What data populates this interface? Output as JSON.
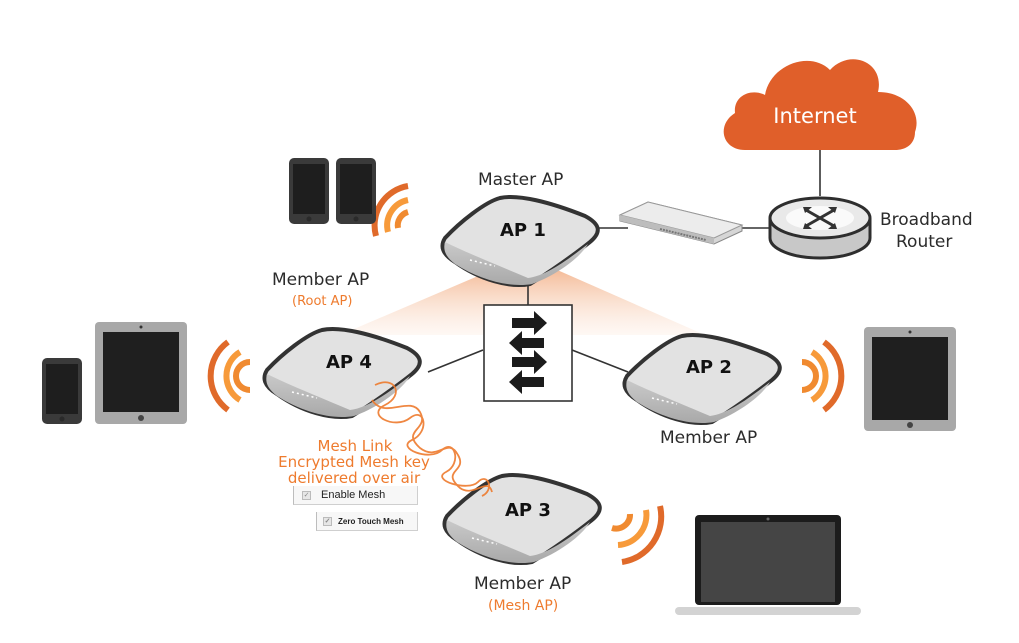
{
  "cloud": {
    "label": "Internet",
    "color": "#e05f2a"
  },
  "router": {
    "label_line1": "Broadband",
    "label_line2": "Router"
  },
  "switch": {
    "icon": "network-switch-icon"
  },
  "hub": {
    "icon": "bidirectional-arrows-icon"
  },
  "aps": [
    {
      "id": "ap1",
      "label": "AP 1",
      "role": "Master AP",
      "subrole": ""
    },
    {
      "id": "ap2",
      "label": "AP 2",
      "role": "Member AP",
      "subrole": ""
    },
    {
      "id": "ap3",
      "label": "AP 3",
      "role": "Member AP",
      "subrole": "(Mesh AP)"
    },
    {
      "id": "ap4",
      "label": "AP 4",
      "role": "Member AP",
      "subrole": "(Root AP)"
    }
  ],
  "mesh": {
    "line1": "Mesh Link",
    "line2": "Encrypted Mesh key",
    "line3": "delivered over air",
    "options": [
      {
        "label": "Enable Mesh",
        "checked": true
      },
      {
        "label": "Zero Touch Mesh",
        "checked": true
      }
    ]
  },
  "clients": [
    {
      "type": "phone",
      "near": "AP 1"
    },
    {
      "type": "phone",
      "near": "AP 1"
    },
    {
      "type": "phone",
      "near": "AP 4"
    },
    {
      "type": "tablet",
      "near": "AP 4"
    },
    {
      "type": "tablet",
      "near": "AP 2"
    },
    {
      "type": "laptop",
      "near": "AP 3"
    }
  ],
  "colors": {
    "accent": "#ee7b2e",
    "wave_dark": "#e06a2a",
    "wave_light": "#f79a3a",
    "device": "#3a3a3a"
  }
}
